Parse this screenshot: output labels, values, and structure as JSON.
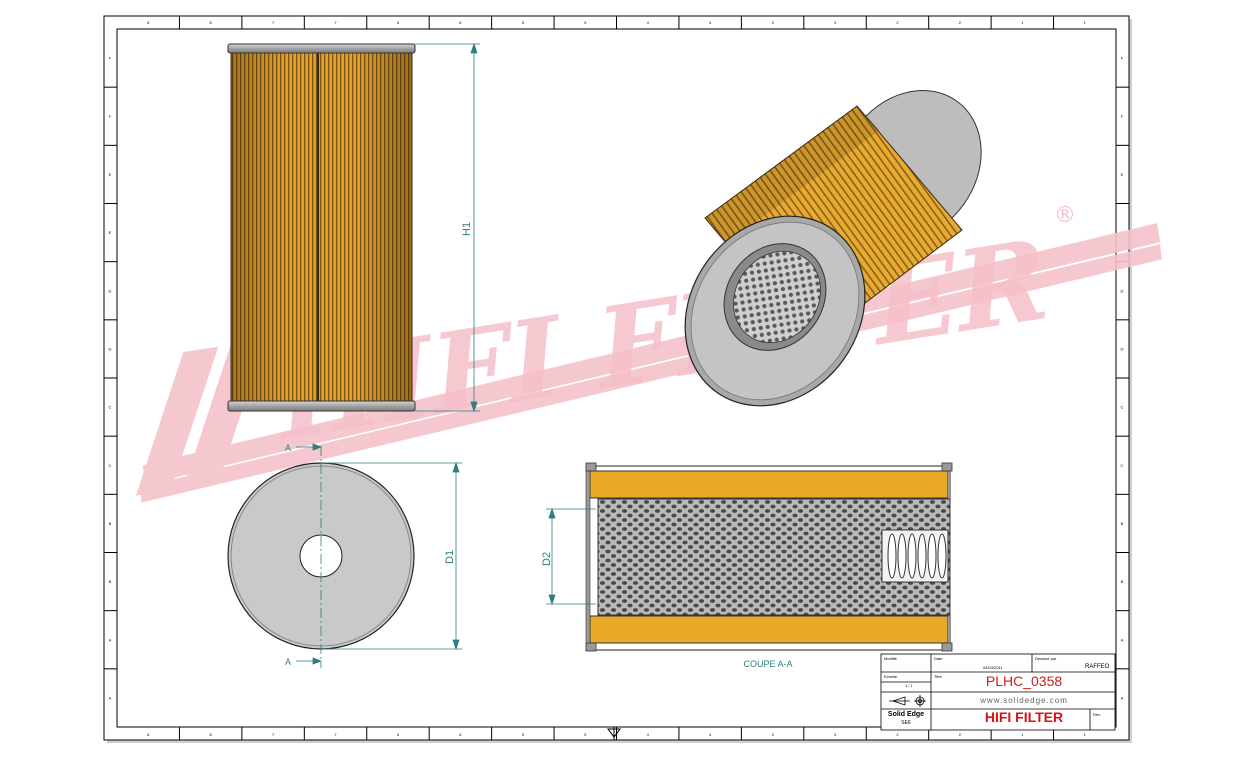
{
  "title_block": {
    "modifie_label": "Modifié",
    "date_label": "Date",
    "date_value": "04/03/2011",
    "dessine_label": "Dessiné par",
    "dessine_value": "RAFFEO",
    "echelle_label": "Echelle",
    "echelle_value": "1 / 1",
    "titre_label": "Titre",
    "part_number": "PLHC_0358",
    "website": "www.solidedge.com",
    "software_line1": "Solid Edge",
    "software_line2": "SE6",
    "company": "HIFI FILTER",
    "rev_label": "Rév."
  },
  "dimensions": {
    "height": "H1",
    "outer_diameter": "D1",
    "inner_diameter": "D2"
  },
  "section": {
    "marker_top": "A",
    "marker_bottom": "A",
    "caption": "COUPE A-A"
  },
  "watermark": {
    "text": "HIFI FILTER",
    "registered": "®"
  },
  "border": {
    "top_numbers": [
      "8",
      "7",
      "6",
      "5",
      "4",
      "3",
      "2",
      "1"
    ],
    "side_letters": [
      "F",
      "E",
      "D",
      "C",
      "B",
      "A"
    ]
  },
  "colors": {
    "frame": "#000000",
    "dimension": "#2f7d80",
    "media": "#e8a928",
    "cap": "#9c9c9c",
    "watermark": "#f2b8c2",
    "part_number": "#cc2020"
  }
}
